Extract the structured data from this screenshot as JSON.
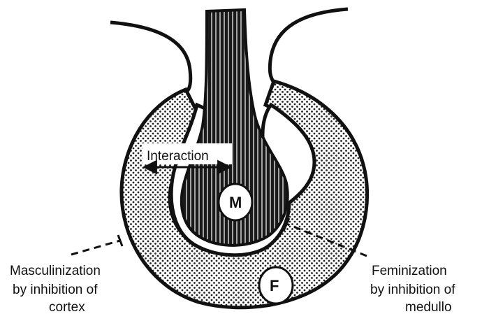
{
  "labels": {
    "interaction": "Interaction",
    "medulla_marker": "M",
    "cortex_marker": "F",
    "masculinization": [
      "Masculinization",
      "by inhibition of",
      "cortex"
    ],
    "feminization": [
      "Feminization",
      "by inhibition of",
      "medullo"
    ]
  },
  "colors": {
    "ink": "#111111",
    "cortex_fill": "#d8d8d8",
    "medulla_fill": "#1a1a1a",
    "background": "#ffffff"
  }
}
